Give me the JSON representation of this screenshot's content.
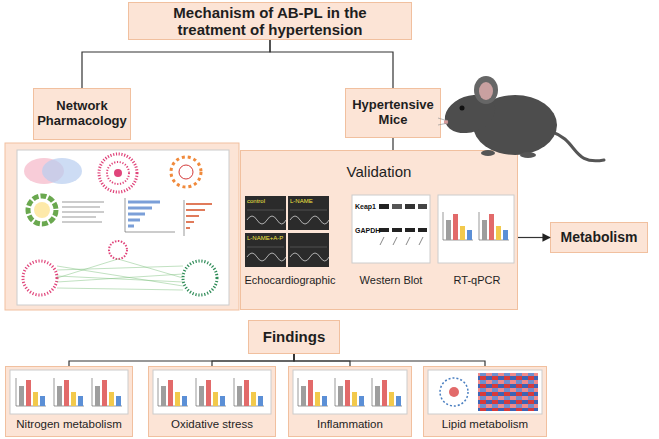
{
  "diagram": {
    "nodes": [
      {
        "text": [
          "Mechanism of AB-PL in the treatment of hypertension"
        ]
      },
      {
        "text": [
          "Network Pharmacology"
        ]
      },
      {
        "text": [
          "Hypertensive Mice"
        ]
      },
      {
        "text": [
          "Validation"
        ]
      },
      {
        "text": [
          "Echocardiographic"
        ],
        "in": 3
      },
      {
        "text": [
          "Western Blot"
        ],
        "in": 3
      },
      {
        "text": [
          "RT-qPCR"
        ],
        "in": 3
      },
      {
        "text": [
          "Metabolism"
        ]
      },
      {
        "text": [
          "Findings"
        ]
      },
      {
        "text": [
          "Nitrogen metabolism"
        ]
      },
      {
        "text": [
          "Oxidative stress"
        ]
      },
      {
        "text": [
          "Inflammation"
        ]
      },
      {
        "text": [
          "Lipid metabolism"
        ]
      }
    ],
    "edges": [
      {
        "from": 0,
        "to": 1,
        "arrow": "none"
      },
      {
        "from": 0,
        "to": 2,
        "arrow": "none"
      },
      {
        "from": 2,
        "to": 3,
        "arrow": "none"
      },
      {
        "from": 3,
        "to": 7,
        "arrow": "to"
      },
      {
        "from": 8,
        "to": 9,
        "arrow": "none"
      },
      {
        "from": 8,
        "to": 10,
        "arrow": "none"
      },
      {
        "from": 8,
        "to": 11,
        "arrow": "none"
      },
      {
        "from": 8,
        "to": 12,
        "arrow": "none"
      }
    ],
    "labels": [
      "control",
      "L-NAME",
      "L-NAME+A-P",
      "Keap1",
      "GAPDH"
    ]
  }
}
